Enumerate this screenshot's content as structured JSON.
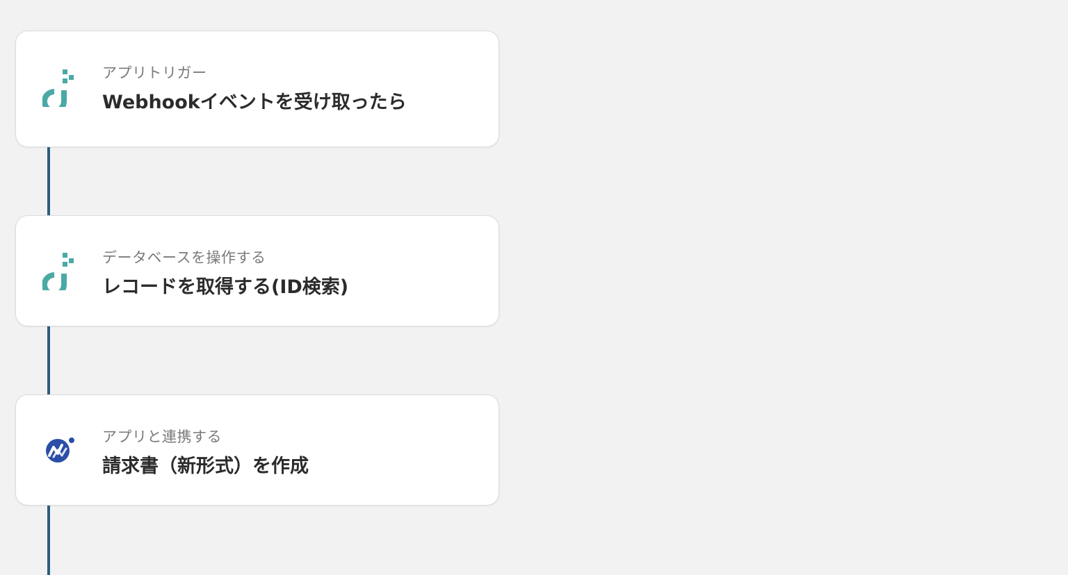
{
  "colors": {
    "background": "#f2f2f2",
    "connector": "#2a5f80",
    "card": "#ffffff",
    "yoom_icon": "#4aa9a5",
    "mf_icon": "#2b4ea8"
  },
  "steps": [
    {
      "icon": "database-app-icon",
      "subtitle": "アプリトリガー",
      "title": "Webhookイベントを受け取ったら"
    },
    {
      "icon": "database-app-icon",
      "subtitle": "データベースを操作する",
      "title": "レコードを取得する(ID検索)"
    },
    {
      "icon": "money-forward-icon",
      "subtitle": "アプリと連携する",
      "title": "請求書（新形式）を作成"
    }
  ]
}
